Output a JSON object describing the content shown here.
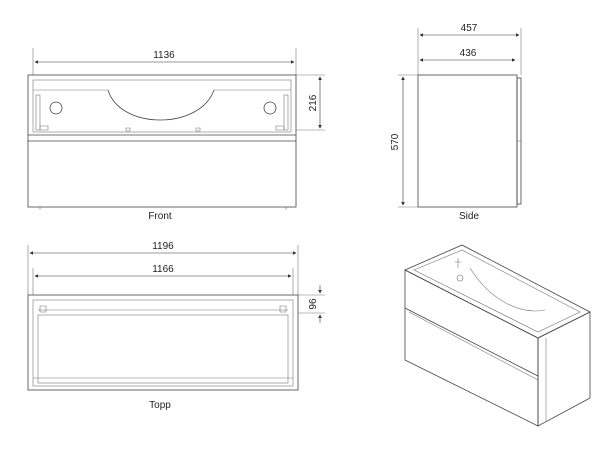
{
  "views": {
    "front": {
      "caption": "Front",
      "width_label": "1136",
      "drawer_height_label": "216"
    },
    "side": {
      "caption": "Side",
      "outer_depth_label": "457",
      "inner_depth_label": "436",
      "height_label": "570"
    },
    "top": {
      "caption": "Topp",
      "outer_width_label": "1196",
      "inner_width_label": "1166",
      "edge_label": "96"
    },
    "iso": {}
  }
}
